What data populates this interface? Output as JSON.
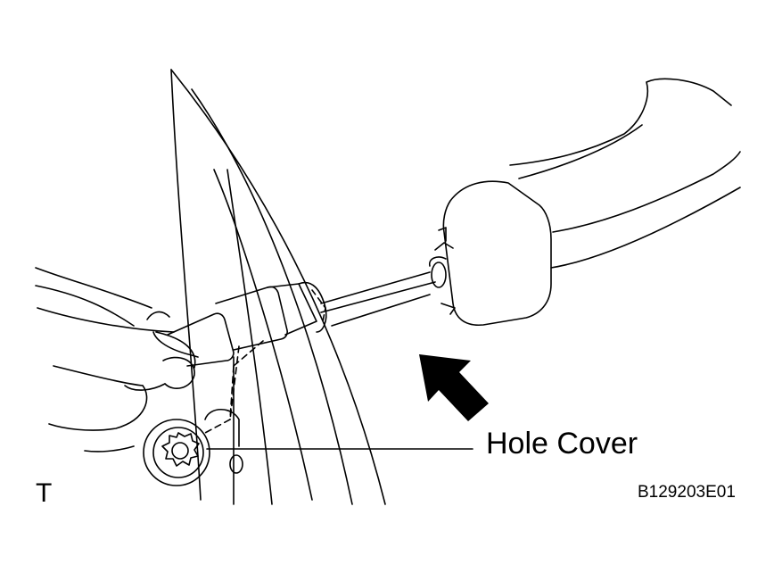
{
  "callout": {
    "label": "Hole Cover"
  },
  "corner_mark": "T",
  "figure_code": "B129203E01",
  "icons": {
    "arrow": "bold-arrow-icon",
    "hole_cover": "hole-cover-icon",
    "screwdriver": "screwdriver-icon",
    "assist_grip": "assist-grip-icon"
  }
}
